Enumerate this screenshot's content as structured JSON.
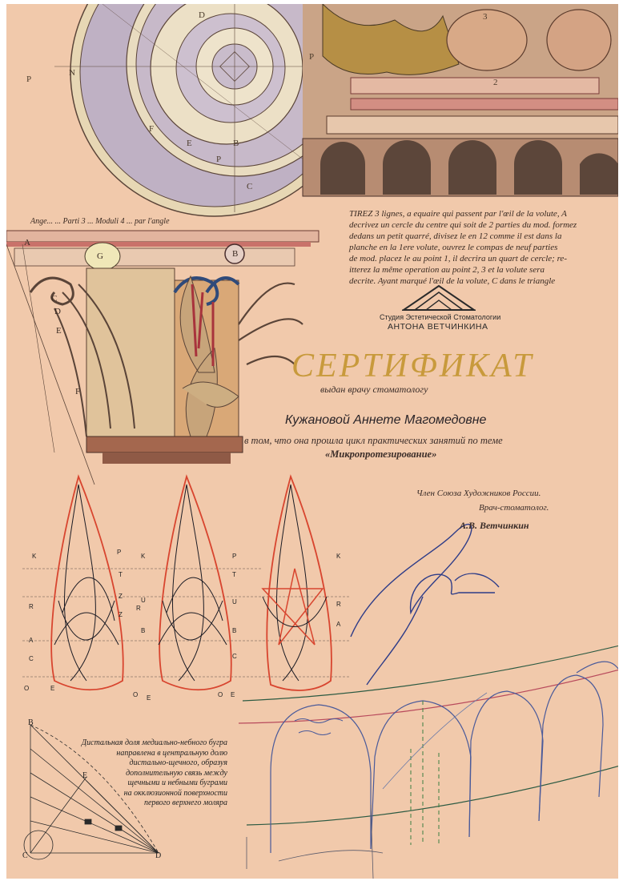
{
  "engraving_text": [
    "TIREZ 3 lignes, a equaire qui passent par l'œil de la volute, A",
    "decrivez un cercle du centre qui soit de 2 parties du mod. formez",
    "dedans un petit quarré, divisez le en 12 comme il est dans la",
    "planche en la 1ere volute, ouvrez le compas de neuf parties",
    "de mod. placez le au point 1, il decrira un quart de cercle; re-",
    "itterez la même operation au point 2, 3 et la volute sera",
    "decrite.   Ayant marqué l'œil de la volute, C dans le triangle"
  ],
  "capital_header": [
    "Ange... ... Parti 3 ... Moduli 4 ... par l'angle"
  ],
  "logo": {
    "line1": "Студия Эстетической Стоматологии",
    "line2": "АНТОНА ВЕТЧИНКИНА"
  },
  "certificate": {
    "title": "СЕРТИФИКАТ",
    "issued_to": "выдан врачу стоматологу",
    "recipient": "Кужановой Аннете Магомедовне",
    "statement": "в том, что она прошла цикл практических занятий  по теме",
    "topic": "«Микропротезирование»"
  },
  "signatory": {
    "line1": "Член Союза Художников России.",
    "line2": "Врач-стоматолог.",
    "name": "А.В. Ветчинкин"
  },
  "diagram_note": [
    "Дистальная доля медиально-небного бугра",
    "направлена в центральную долю",
    "дистально-щечного, образуя",
    "дополнительную связь между",
    "щечными и небными буграми",
    "на окклюзионной поверхности",
    "первого верхнего моляра"
  ],
  "diagram_letters": {
    "volute": [
      "P",
      "N",
      "F",
      "E",
      "B",
      "P",
      "D",
      "C",
      "P",
      "3",
      "2"
    ],
    "capital": [
      "A",
      "G",
      "B",
      "C",
      "D",
      "E",
      "F"
    ],
    "cusps": [
      "K",
      "P",
      "K",
      "P",
      "K",
      "T",
      "T",
      "R",
      "Z",
      "U",
      "R",
      "Z",
      "U",
      "R",
      "A",
      "B",
      "B",
      "A",
      "C",
      "C",
      "O",
      "E",
      "O",
      "E",
      "O",
      "E"
    ],
    "fan": [
      "B",
      "E",
      "C",
      "D"
    ]
  }
}
